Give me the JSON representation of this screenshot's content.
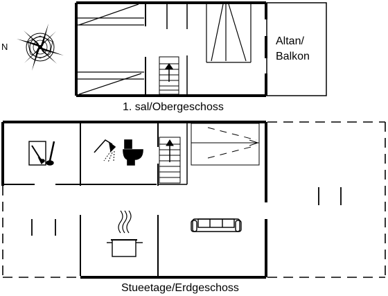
{
  "floors": {
    "upper": {
      "label": "1. sal/Obergeschoss",
      "balcony_label_line1": "Altan/",
      "balcony_label_line2": "Balkon"
    },
    "ground": {
      "label": "Stueetage/Erdgeschoss"
    }
  },
  "compass": {
    "north_label": "N",
    "icon": "compass-rose-icon"
  },
  "icons": {
    "utility": "washing-utility-icon",
    "bathroom": "shower-toilet-icon",
    "kitchen": "cooking-pot-icon",
    "living": "sofa-icon",
    "stairs": "staircase-icon",
    "beds": "bed-icon"
  },
  "colors": {
    "ink": "#000000",
    "background": "#ffffff"
  }
}
